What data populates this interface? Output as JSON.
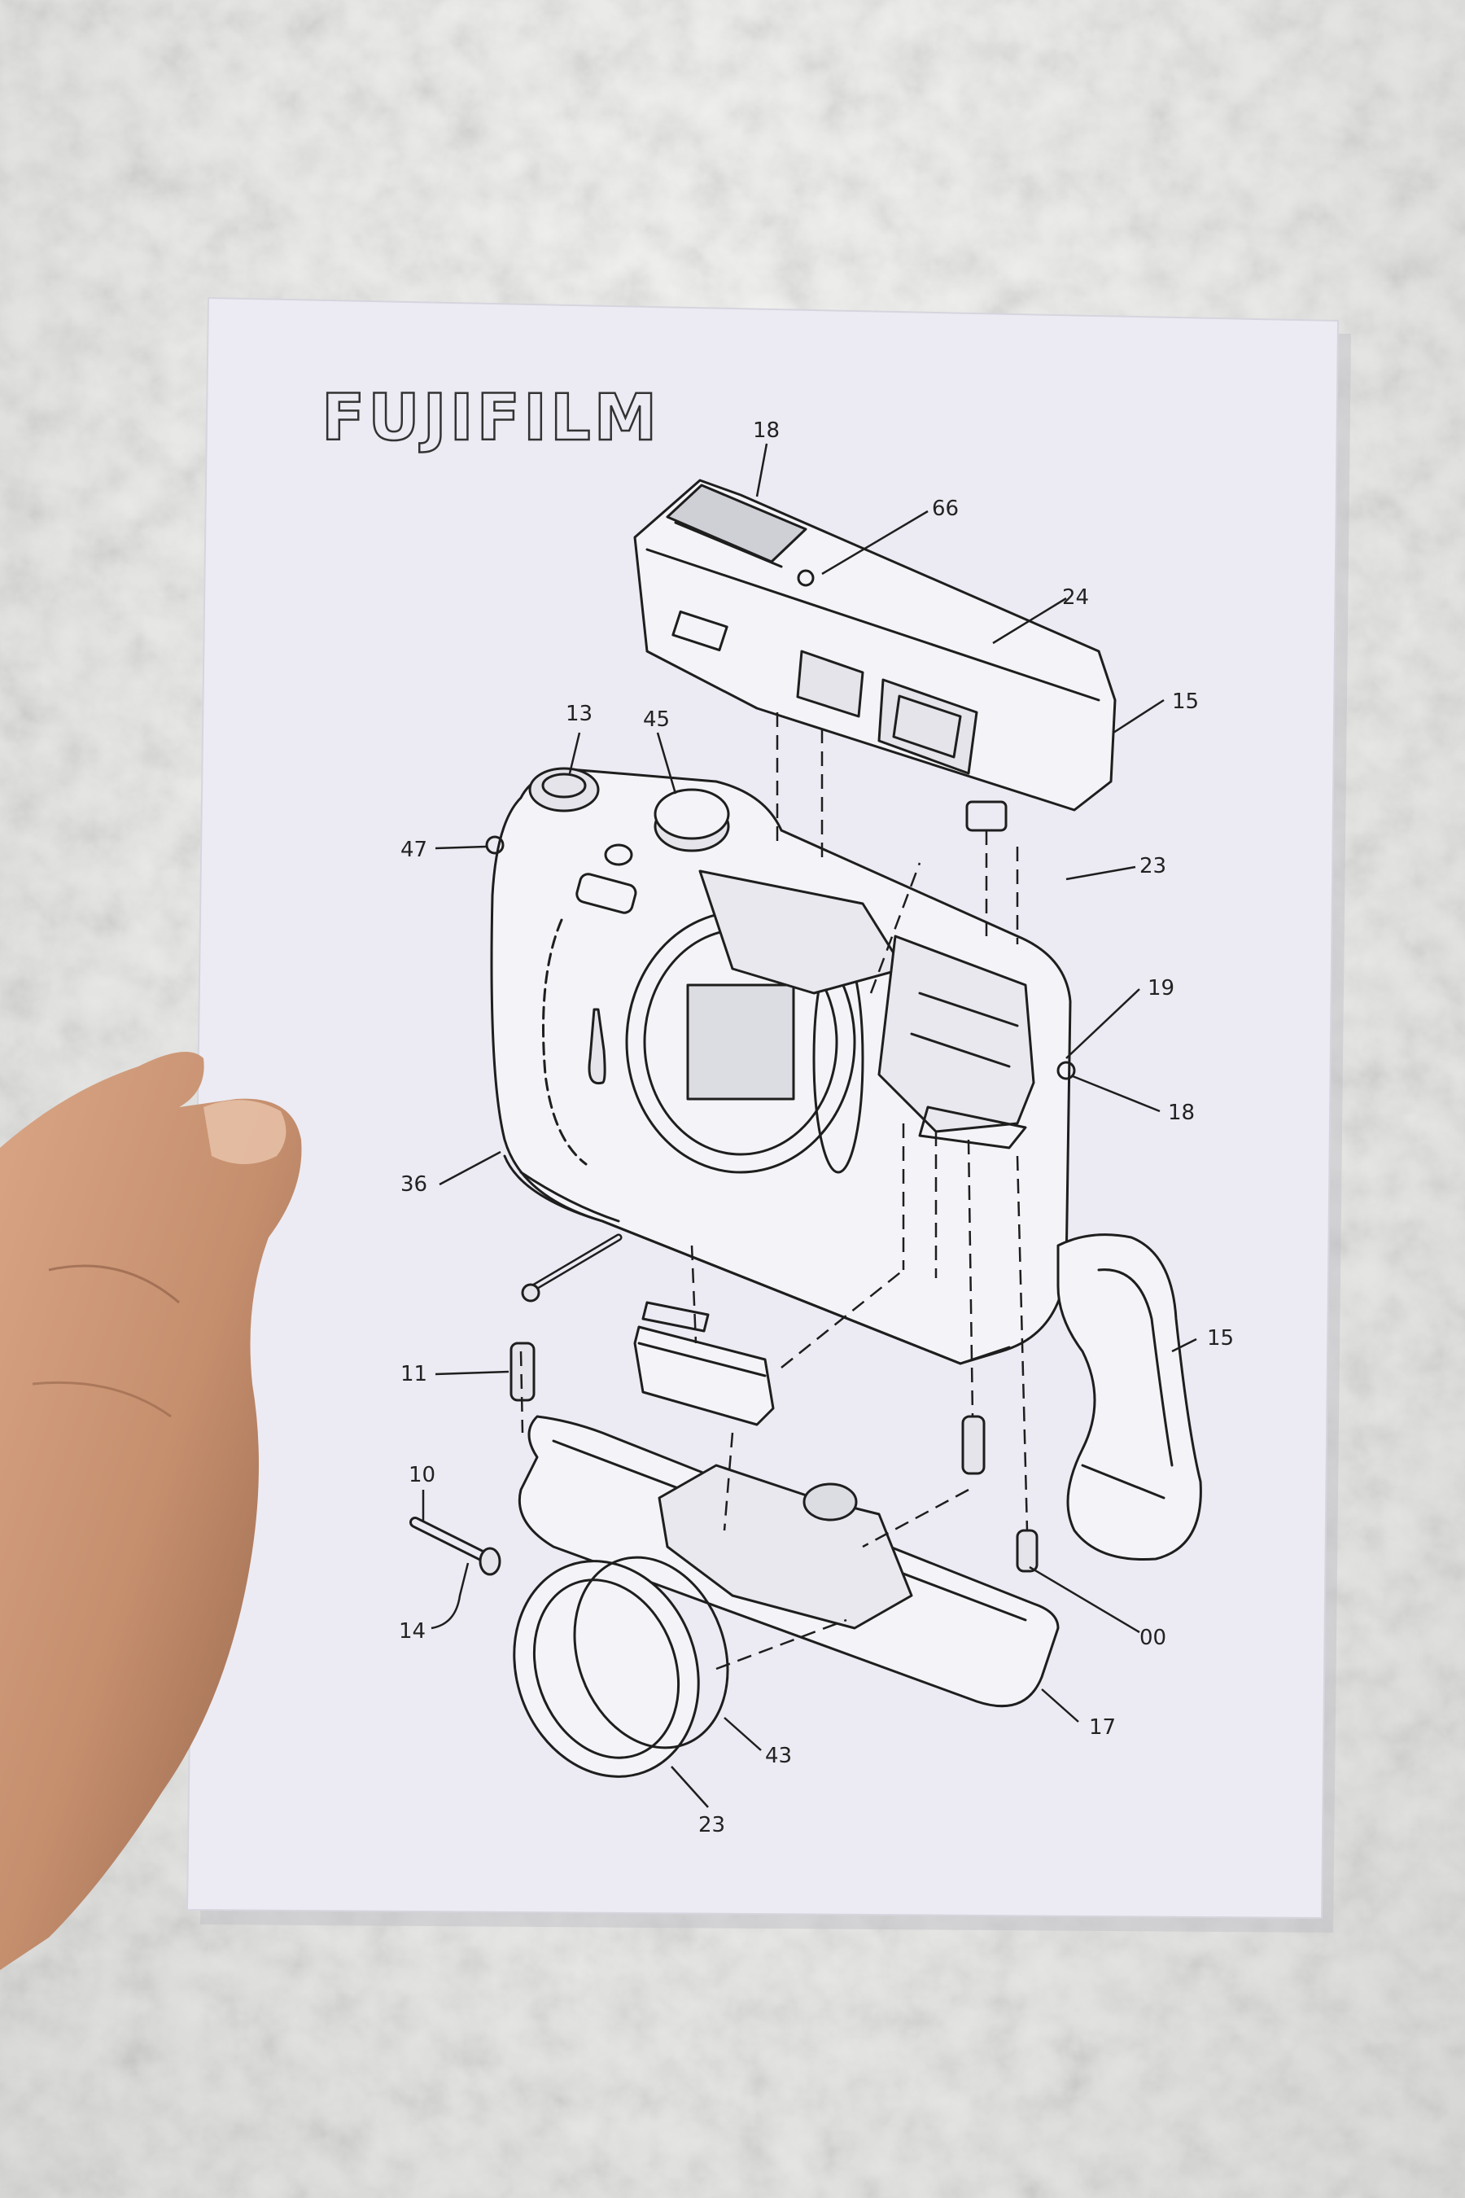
{
  "brand": {
    "logo_text": "FUJIFILM"
  },
  "colors": {
    "wall": "#e9e9e7",
    "paper": "#ecebf3",
    "ink": "#1e1e1e",
    "skin": "#c58f6e"
  },
  "part_numbers": [
    "18",
    "66",
    "24",
    "15",
    "13",
    "45",
    "47",
    "23",
    "19",
    "18",
    "36",
    "15",
    "11",
    "10",
    "14",
    "00",
    "17",
    "43",
    "23"
  ]
}
